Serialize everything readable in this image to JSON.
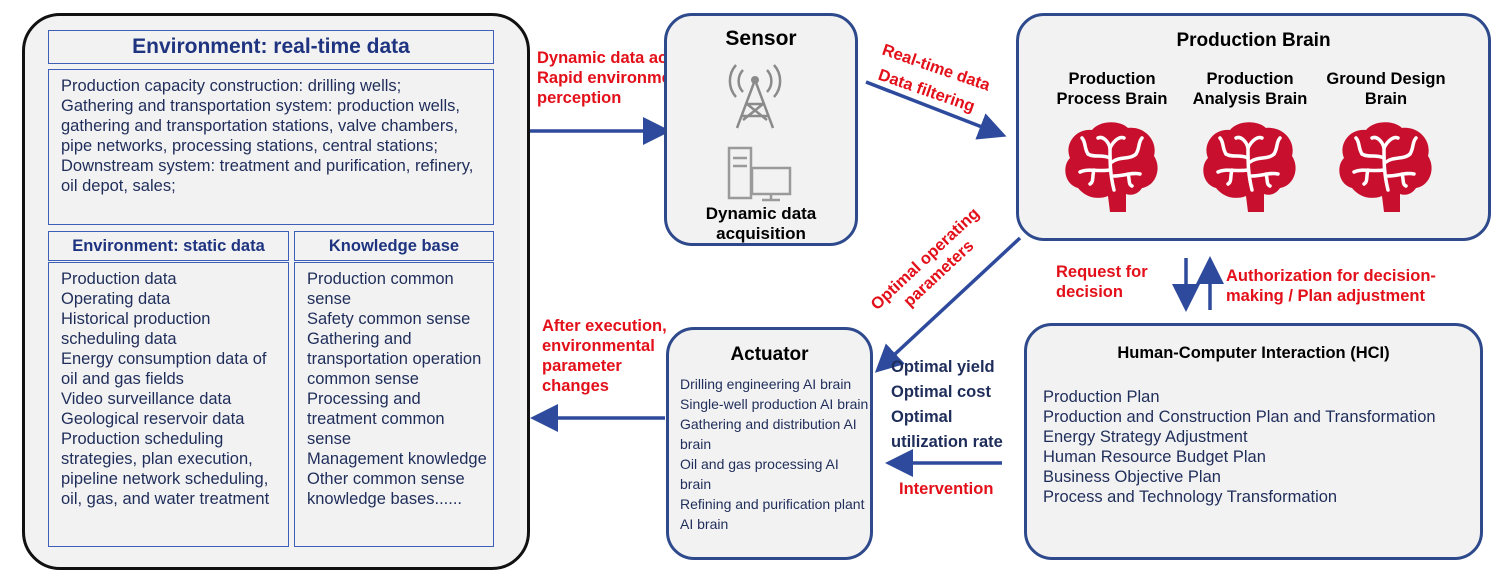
{
  "environment": {
    "title": "Environment: real-time data",
    "realtime_text": "Production capacity construction: drilling wells;\nGathering and transportation system: production wells, gathering and transportation stations, valve chambers, pipe networks, processing stations, central stations;\nDownstream system: treatment and purification, refinery, oil depot, sales;",
    "static_title": "Environment: static data",
    "static_items": [
      "Production data",
      "Operating data",
      "Historical production scheduling data",
      "Energy consumption data of oil and gas fields",
      "Video surveillance data",
      "Geological reservoir data",
      "Production scheduling strategies, plan execution, pipeline network scheduling, oil, gas, and water treatment"
    ],
    "kb_title": "Knowledge base",
    "kb_items": [
      "Production common sense",
      "Safety common sense",
      "Gathering and transportation operation common sense",
      "Processing and treatment common sense",
      "Management knowledge",
      "Other common sense knowledge bases......"
    ]
  },
  "sensor": {
    "title": "Sensor",
    "label": "Dynamic data acquisition",
    "icons": [
      "antenna-tower-icon",
      "server-computer-icon"
    ]
  },
  "brain": {
    "title": "Production Brain",
    "items": [
      {
        "label": "Production Process Brain",
        "icon": "brain-icon"
      },
      {
        "label": "Production Analysis Brain",
        "icon": "brain-icon"
      },
      {
        "label": "Ground Design Brain",
        "icon": "brain-icon"
      }
    ],
    "color": "#c8102e"
  },
  "actuator": {
    "title": "Actuator",
    "items": [
      "Drilling engineering AI brain",
      "Single-well production AI brain",
      "Gathering and distribution AI brain",
      "Oil and gas processing AI brain",
      "Refining and purification plant AI brain"
    ]
  },
  "hci": {
    "title": "Human-Computer Interaction (HCI)",
    "items": [
      "Production Plan",
      "Production and Construction Plan and Transformation",
      "Energy Strategy Adjustment",
      "Human Resource Budget Plan",
      "Business Objective Plan",
      "Process and Technology Transformation"
    ]
  },
  "labels": {
    "env_to_sensor": "Dynamic data acquisition\nRapid environmental perception",
    "sensor_to_brain_1": "Real-time data",
    "sensor_to_brain_2": "Data filtering",
    "brain_to_actuator": "Optimal operating parameters",
    "request": "Request for decision",
    "authorization": "Authorization for decision-making / Plan adjustment",
    "actuator_to_env": "After execution, environmental parameter changes",
    "optimal_yield": "Optimal yield",
    "optimal_cost": "Optimal cost",
    "optimal_util": "Optimal utilization rate",
    "intervention": "Intervention"
  },
  "colors": {
    "arrow": "#2e4a9c",
    "label_red": "#e3101a",
    "border_blue": "#2e4a8c"
  }
}
